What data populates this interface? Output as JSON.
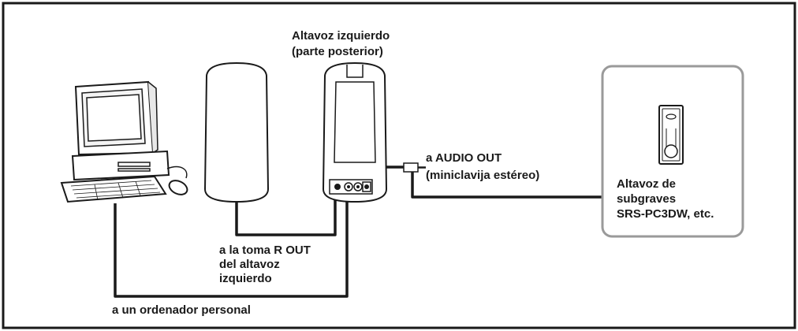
{
  "labels": {
    "left_speaker_rear_line1": "Altavoz izquierdo",
    "left_speaker_rear_line2": "(parte posterior)",
    "audio_out_line1": "a AUDIO OUT",
    "audio_out_line2": "(miniclavija estéreo)",
    "subwoofer_line1": "Altavoz de",
    "subwoofer_line2": "subgraves",
    "subwoofer_line3": "SRS-PC3DW, etc.",
    "r_out_line1": "a la toma R OUT",
    "r_out_line2": "del altavoz",
    "r_out_line3": "izquierdo",
    "pc_label": "a un ordenador personal"
  }
}
